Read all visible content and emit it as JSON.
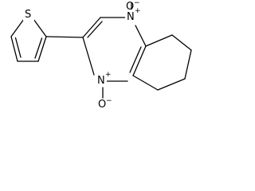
{
  "molecule": {
    "atoms": {
      "sulfur": "S",
      "nitrogen_top": "N",
      "nitrogen_bottom": "N",
      "oxygen_top": "O",
      "oxygen_bottom": "O"
    },
    "charges": {
      "nitrogen_top": "+",
      "nitrogen_bottom": "+",
      "oxygen_top": "−",
      "oxygen_bottom": "−"
    }
  }
}
